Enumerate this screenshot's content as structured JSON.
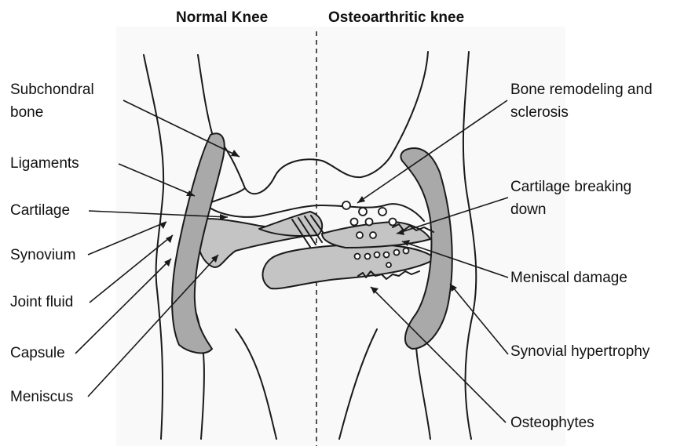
{
  "headings": {
    "normal": "Normal Knee",
    "oa": "Osteoarthritic knee"
  },
  "labels_left": {
    "subchondral_bone": [
      "Subchondral",
      "bone"
    ],
    "ligaments": "Ligaments",
    "cartilage": "Cartilage",
    "synovium": "Synovium",
    "joint_fluid": "Joint fluid",
    "capsule": "Capsule",
    "meniscus": "Meniscus"
  },
  "labels_right": {
    "bone_remodeling": [
      "Bone remodeling and",
      "sclerosis"
    ],
    "cartilage_breaking": [
      "Cartilage breaking",
      "down"
    ],
    "meniscal_damage": "Meniscal damage",
    "synovial_hypertrophy": "Synovial hypertrophy",
    "osteophytes": "Osteophytes"
  },
  "colors": {
    "tissue_shading": "#a9a9a9",
    "line": "#1a1a1a",
    "background": "#ffffff"
  }
}
